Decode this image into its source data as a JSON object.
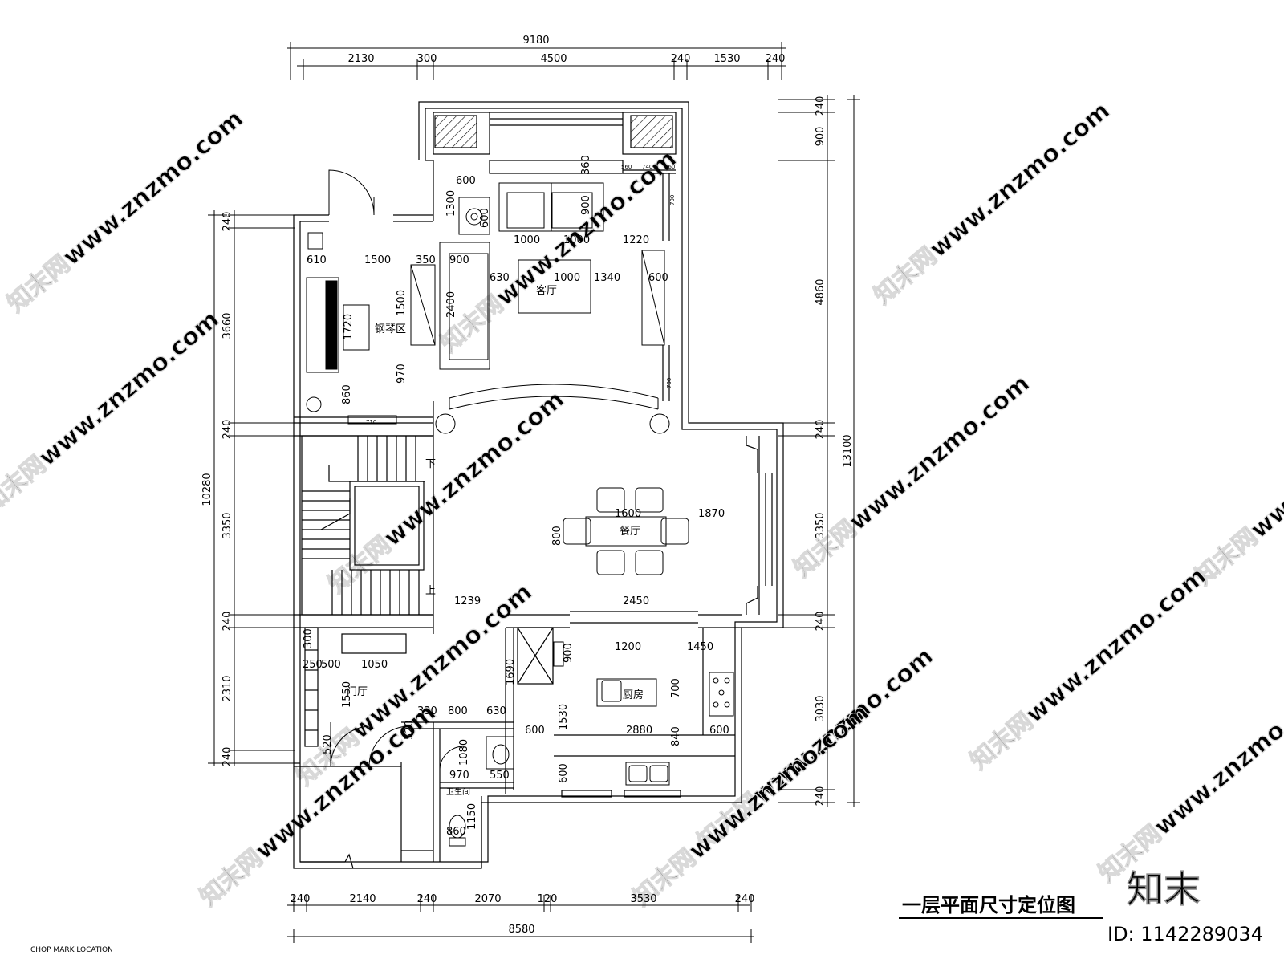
{
  "title": "一层平面尺寸定位图",
  "chop_mark": "CHOP MARK LOCATION",
  "brand": "知末",
  "id_label": "ID: 1142289034",
  "watermark": "知末网www.znzmo.com",
  "rooms": {
    "living": "客厅",
    "piano": "钢琴区",
    "dining": "餐厅",
    "foyer": "门厅",
    "kitchen": "厨房",
    "bathroom": "卫生间",
    "stair_down": "下",
    "stair_up": "上"
  },
  "dims_top": {
    "overall": "9180",
    "segments": [
      "2130",
      "300",
      "4500",
      "240",
      "1530",
      "240"
    ]
  },
  "dims_bottom": {
    "overall": "8580",
    "segments": [
      "240",
      "2140",
      "240",
      "2070",
      "120",
      "3530",
      "240"
    ]
  },
  "dims_left": {
    "overall": "10280",
    "segments": [
      "240",
      "3660",
      "240",
      "3350",
      "240",
      "2310",
      "240"
    ]
  },
  "dims_right": {
    "overall": "13100",
    "segments": [
      "240",
      "900",
      "4860",
      "240",
      "3350",
      "240",
      "3030",
      "240"
    ]
  },
  "dims_interior": {
    "i600a": "600",
    "i360": "360",
    "i1300": "1300",
    "i600b": "600",
    "i900a": "900",
    "i560a": "560",
    "i740": "740",
    "i560b": "560",
    "i700a": "700",
    "i1000a": "1000",
    "i1000b": "1000",
    "i1220": "1220",
    "i610": "610",
    "i1500a": "1500",
    "i350": "350",
    "i900b": "900",
    "i630a": "630",
    "i1000c": "1000",
    "i1340": "1340",
    "i600c": "600",
    "i1500b": "1500",
    "i1720": "1720",
    "i2400": "2400",
    "i970a": "970",
    "i860a": "860",
    "i710": "710",
    "i700b": "700",
    "i1600": "1600",
    "i1870": "1870",
    "i800a": "800",
    "i1239": "1239",
    "i2450": "2450",
    "i300": "300",
    "i250": "250",
    "i500": "500",
    "i1050": "1050",
    "i1550": "1550",
    "i1690": "1690",
    "i900c": "900",
    "i1200": "1200",
    "i1450": "1450",
    "i700c": "700",
    "i1530": "1530",
    "i330": "330",
    "i800b": "800",
    "i630b": "630",
    "i600d": "600",
    "i2880": "2880",
    "i840": "840",
    "i600e": "600",
    "i520a": "520",
    "i520b": "520",
    "i1080": "1080",
    "i970b": "970",
    "i550": "550",
    "i600f": "600",
    "i1150": "1150",
    "i860b": "860"
  }
}
